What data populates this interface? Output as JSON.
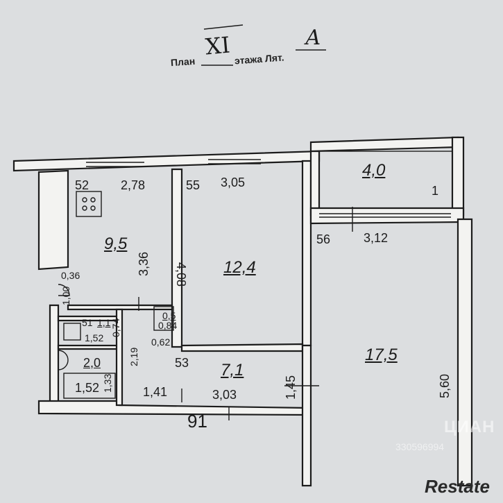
{
  "header": {
    "prefix": "План",
    "floor": "XI",
    "suffix": "этажа Лят.",
    "letter": "А"
  },
  "rooms": {
    "kitchen": {
      "area": "9,5",
      "code": "52",
      "width": "2,78",
      "depth": "3,36"
    },
    "room1": {
      "area": "12,4",
      "code": "55",
      "width": "3,05",
      "depth": "4,08"
    },
    "loggia": {
      "area": "4,0",
      "marker": "1"
    },
    "room2": {
      "area": "17,5",
      "code": "56",
      "width": "3,12",
      "depth": "5,60"
    },
    "hall": {
      "area": "7,1",
      "code": "53",
      "width": "3,03",
      "width2": "1,41",
      "depth": "1,45",
      "small": "0,62"
    },
    "closet": {
      "area": "0,5",
      "side": "0,84"
    },
    "wc": {
      "area": "1,1",
      "code": "51",
      "width": "1,52",
      "depth": "0,74"
    },
    "bath": {
      "area": "2,0",
      "width": "1,52",
      "depth": "1,33"
    },
    "misc": {
      "corridor_depth": "2,19",
      "niche": "0,36",
      "niche2": "1,00"
    }
  },
  "footer": {
    "number": "91"
  },
  "watermark": {
    "brand": "Restate",
    "cian": "ЦИАН",
    "id": "330596994"
  },
  "colors": {
    "paper": "#dcdee0",
    "ink": "#1c1c1c",
    "wall": "#f3f3f1"
  }
}
